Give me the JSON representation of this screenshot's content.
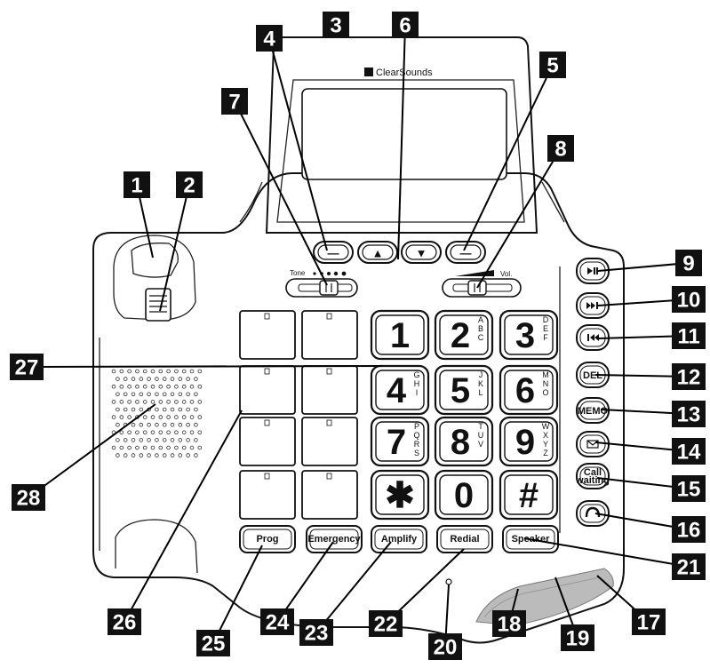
{
  "brand": "ClearSounds",
  "dial_labels": {
    "tone": "Tone",
    "vol": "Vol."
  },
  "keypad": [
    {
      "digit": "1",
      "letters": ""
    },
    {
      "digit": "2",
      "letters": "A B C"
    },
    {
      "digit": "3",
      "letters": "D E F"
    },
    {
      "digit": "4",
      "letters": "G H I"
    },
    {
      "digit": "5",
      "letters": "J K L"
    },
    {
      "digit": "6",
      "letters": "M N O"
    },
    {
      "digit": "7",
      "letters": "P Q R S"
    },
    {
      "digit": "8",
      "letters": "T U V"
    },
    {
      "digit": "9",
      "letters": "W X Y Z"
    },
    {
      "digit": "✱",
      "letters": ""
    },
    {
      "digit": "0",
      "letters": ""
    },
    {
      "digit": "#",
      "letters": ""
    }
  ],
  "bottom_buttons": [
    "Prog",
    "Emergency",
    "Amplify",
    "Redial",
    "Speaker"
  ],
  "side_buttons": [
    {
      "label": "",
      "icon": "play-pause-icon"
    },
    {
      "label": "",
      "icon": "skip-forward-icon"
    },
    {
      "label": "",
      "icon": "skip-back-icon"
    },
    {
      "label": "DEL",
      "icon": ""
    },
    {
      "label": "MEMO",
      "icon": ""
    },
    {
      "label": "",
      "icon": "envelope-icon"
    },
    {
      "label": "Call waiting",
      "icon": ""
    },
    {
      "label": "",
      "icon": "handset-icon"
    }
  ],
  "nav_buttons": [
    {
      "label": "—",
      "icon": "dash-icon"
    },
    {
      "label": "▲",
      "icon": "up-arrow-icon"
    },
    {
      "label": "▼",
      "icon": "down-arrow-icon"
    },
    {
      "label": "—",
      "icon": "dash-icon"
    }
  ],
  "callouts": [
    "1",
    "2",
    "3",
    "4",
    "5",
    "6",
    "7",
    "8",
    "9",
    "10",
    "11",
    "12",
    "13",
    "14",
    "15",
    "16",
    "17",
    "18",
    "19",
    "20",
    "21",
    "22",
    "23",
    "24",
    "25",
    "26",
    "27",
    "28"
  ]
}
